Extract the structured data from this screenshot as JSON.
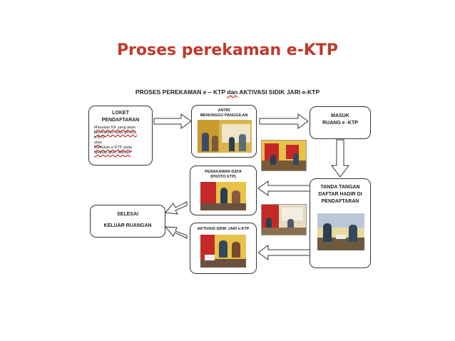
{
  "title": "Proses perekaman e-KTP",
  "diagram": {
    "heading_a": "PROSES PEREKAMAN e – KTP",
    "heading_dan": "dan",
    "heading_b": "AKTIVASI SIDIK JARI e-KTP",
    "loket": {
      "line1": "LOKET",
      "line2": "PENDAFTARAN",
      "note1": "Masukan KK yang akan",
      "note2": "perekaman data (photo),",
      "note3": "e-KTP",
      "note4": "atau",
      "note5": "Masukan e-KTP anda",
      "note6": "apabila akan aktivasi"
    },
    "antri": {
      "line1": "ANTRI",
      "line2": "MENUNGGU PANGGILAN"
    },
    "masuk": {
      "line1": "MASUK",
      "line2": "RUANG e -KTP"
    },
    "tanda": {
      "line1": "TANDA TANGAN",
      "line2": "DAFTAR HADIR DI",
      "line3": "PENDAFTARAN"
    },
    "perekaman": {
      "line1": "PERAKAMAN DATA",
      "line2": "(PHOTO KTP)"
    },
    "aktivasi": {
      "line1": "AKTIVASI SIDIK JARI e-KTP"
    },
    "selesai": {
      "line1": "SELESAI",
      "line2": "KELUAR RUANGAN"
    }
  },
  "colors": {
    "title": "#c0392b",
    "photo_red": "#c62828",
    "photo_yellow": "#e8c24a"
  }
}
